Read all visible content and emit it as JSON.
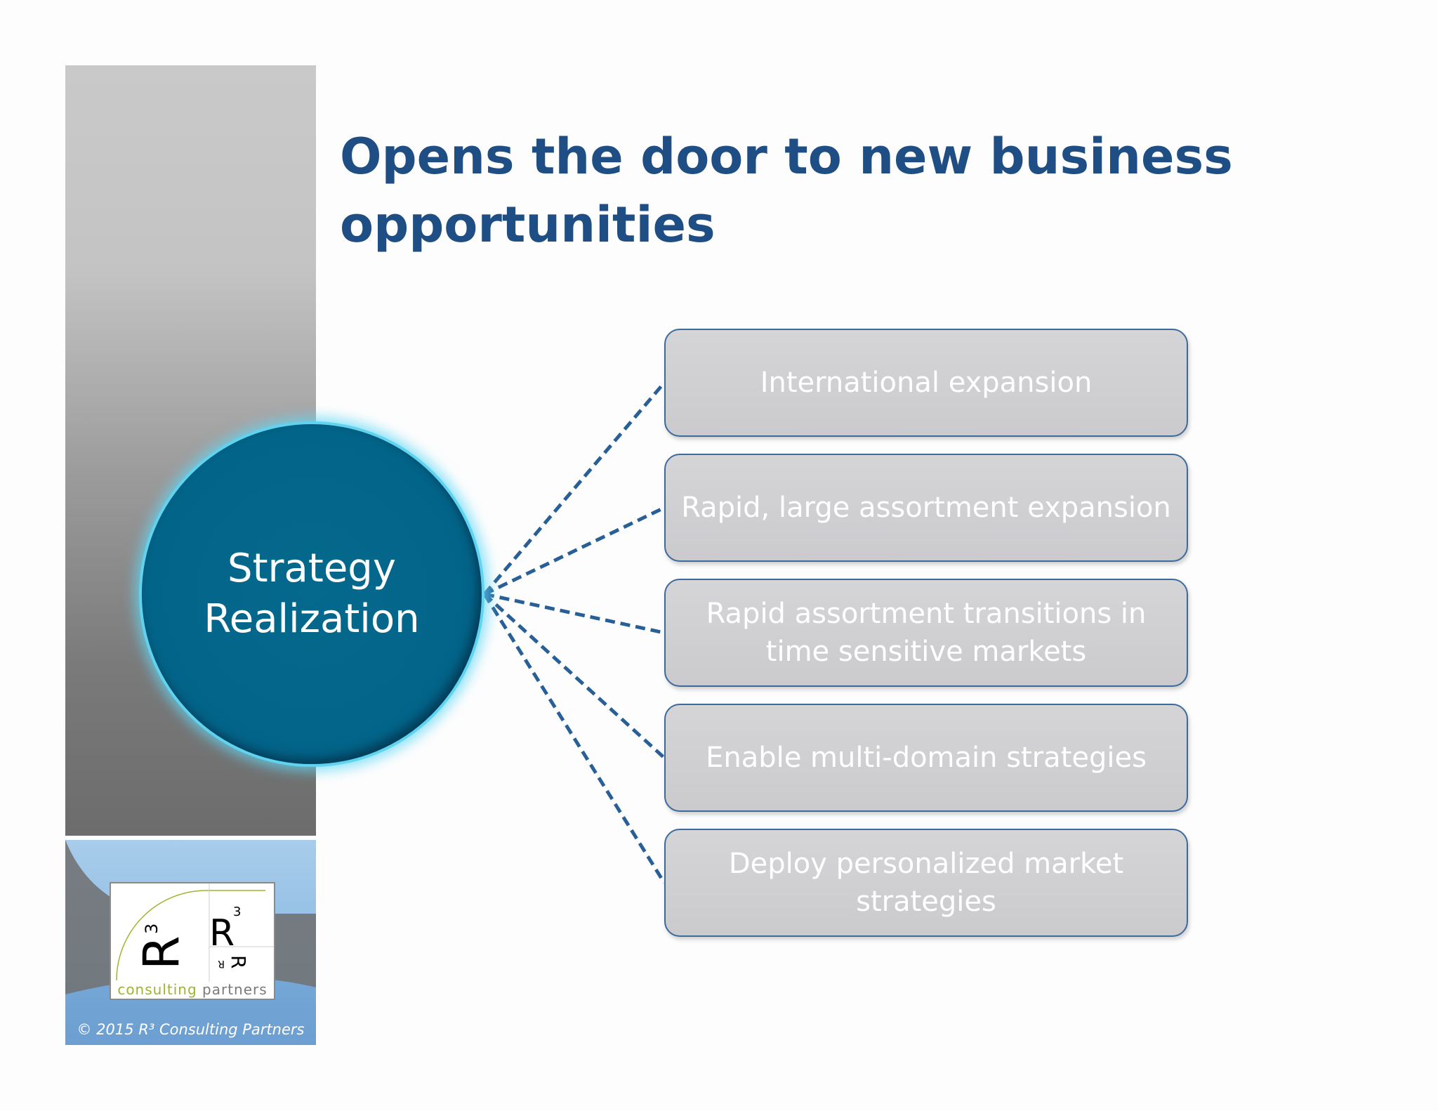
{
  "slide": {
    "title": "Opens the door to new business opportunities",
    "hub_label": "Strategy Realization",
    "items": [
      {
        "label": "International expansion"
      },
      {
        "label": "Rapid, large assortment expansion"
      },
      {
        "label": "Rapid assortment transitions in time sensitive markets"
      },
      {
        "label": "Enable multi-domain strategies"
      },
      {
        "label": "Deploy personalized market strategies"
      }
    ]
  },
  "branding": {
    "logo_text_part1": "consulting",
    "logo_text_part2": " partners",
    "copyright": "© 2015 R³ Consulting Partners"
  },
  "colors": {
    "title": "#1f4e84",
    "hub_fill": "#036489",
    "hub_glow": "#5fd3ef",
    "connector": "#285f96",
    "item_fill": "#cbcacd",
    "item_border": "#3d6a9a"
  }
}
